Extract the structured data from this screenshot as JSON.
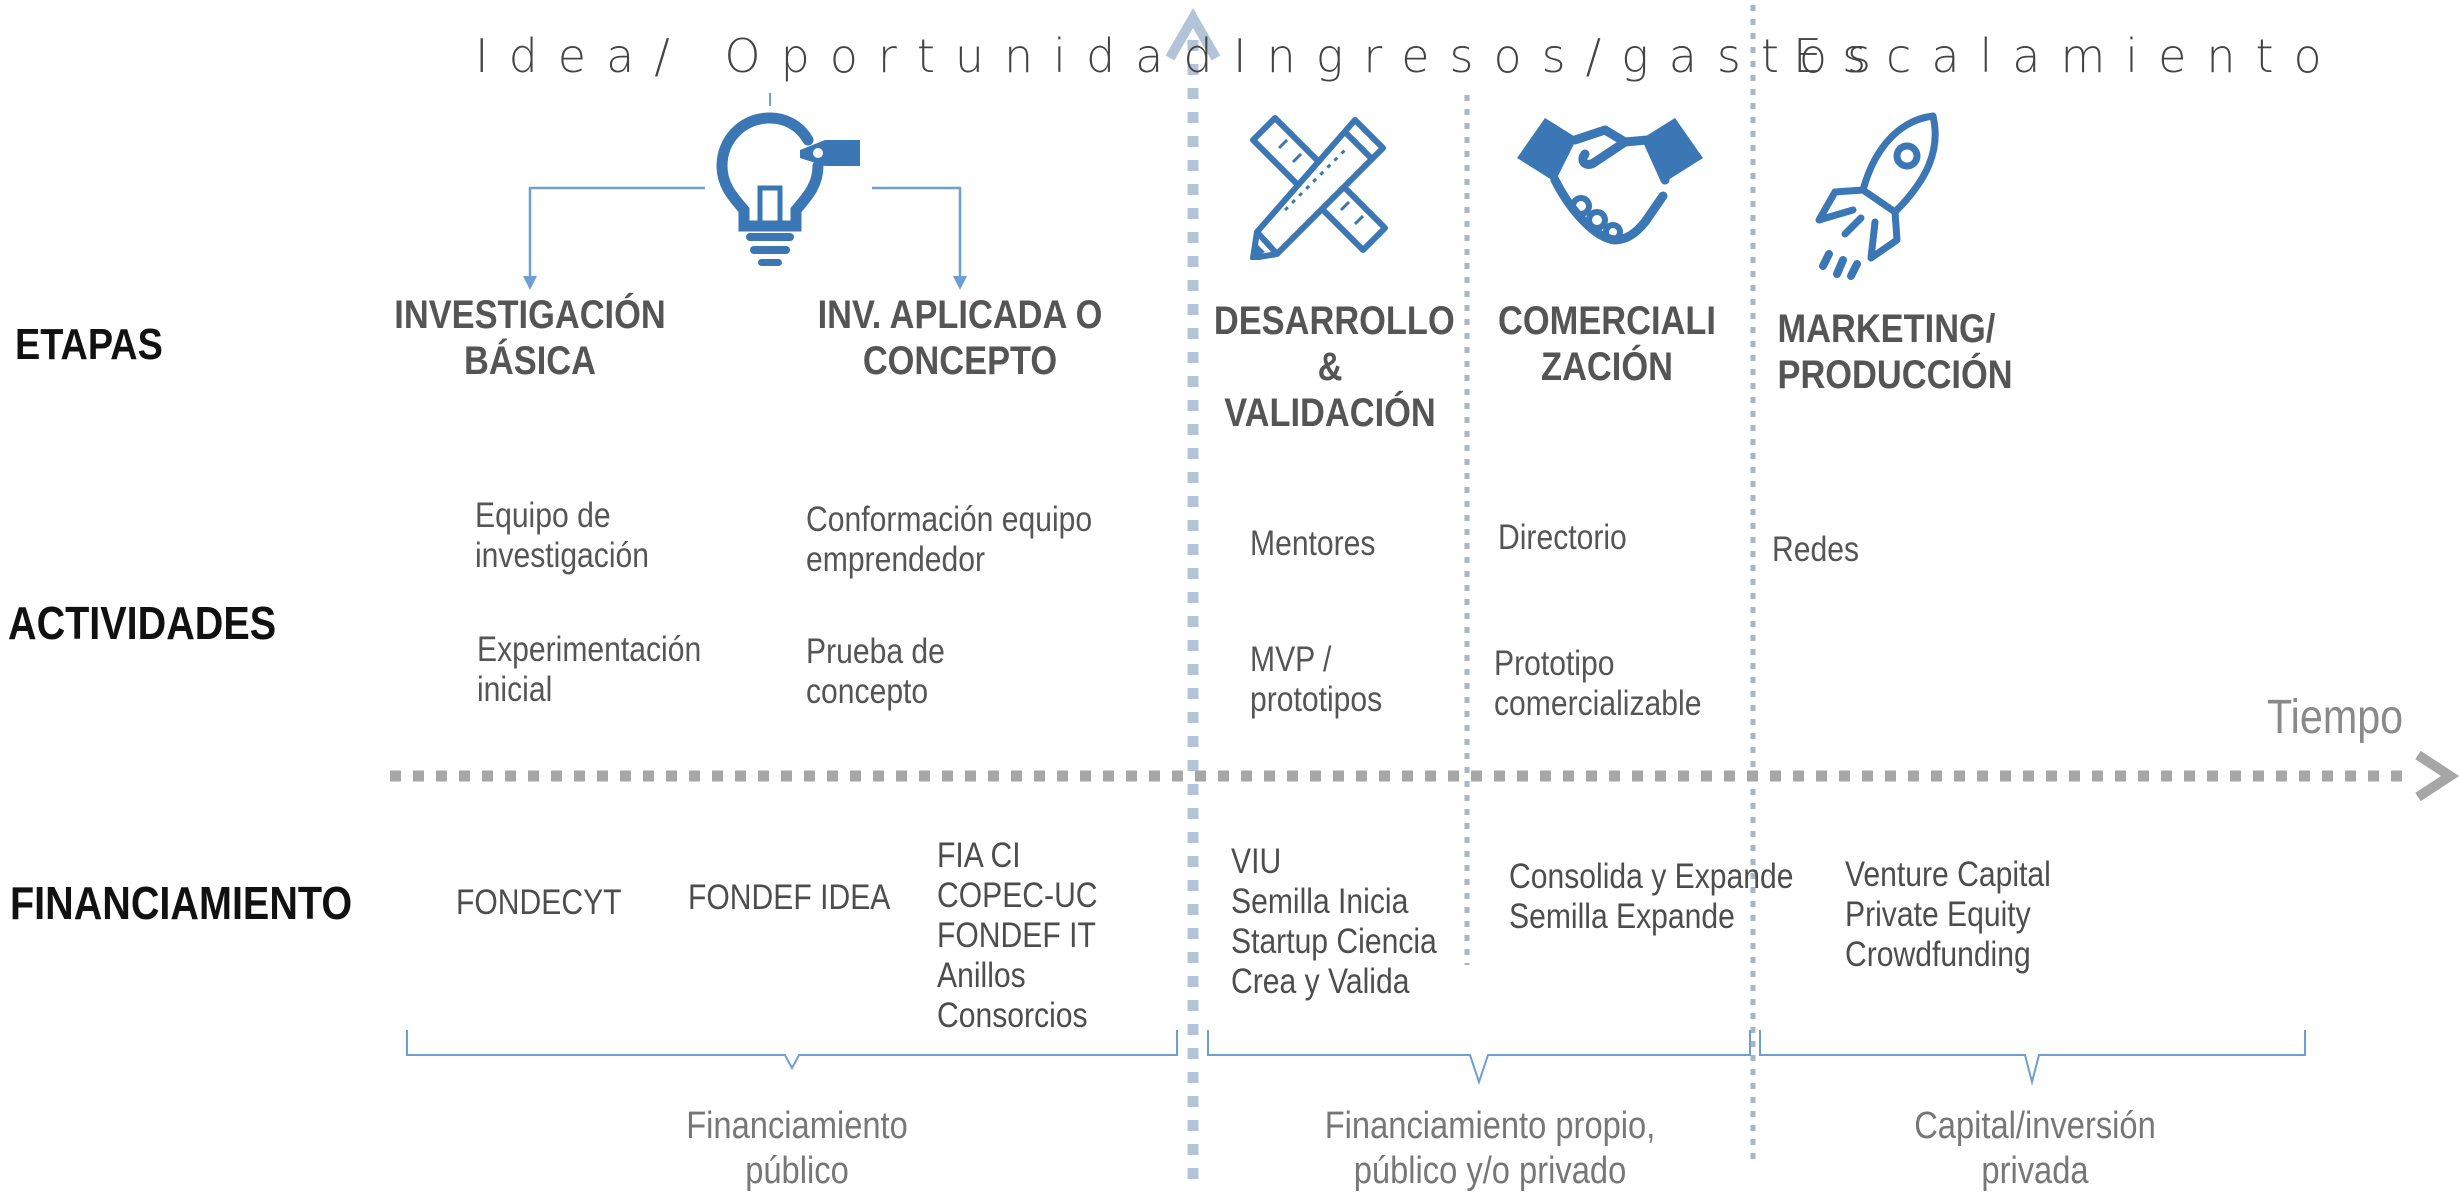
{
  "colors": {
    "accent": "#3a77b4",
    "light_blue": "#6e9fd3",
    "gray_line": "#a6a6a6",
    "dotted_blue": "#b4c4d8"
  },
  "phases": {
    "idea": "Idea/ Oportunidad",
    "ingresos": "Ingresos/gastos",
    "escalamiento": "Escalamiento"
  },
  "rows": {
    "etapas": "ETAPAS",
    "actividades": "ACTIVIDADES",
    "financiamiento": "FINANCIAMIENTO"
  },
  "icons": {
    "idea": "lightbulb-icon",
    "desarrollo": "pencil-ruler-icon",
    "comercializacion": "handshake-icon",
    "marketing": "rocket-icon"
  },
  "stages": {
    "investigacion": "INVESTIGACIÓN\nBÁSICA",
    "aplicada": "INV. APLICADA O\nCONCEPTO",
    "desarrollo": "DESARROLLO\n& VALIDACIÓN",
    "comercializacion": "COMERCIALI\nZACIÓN",
    "marketing": "MARKETING/\nPRODUCCIÓN"
  },
  "activities": {
    "equipo_investigacion": "Equipo de\ninvestigación",
    "experimentacion": "Experimentación\ninicial",
    "conformacion": "Conformación equipo\nemprendedor",
    "prueba": "Prueba de\nconcepto",
    "mentores": "Mentores",
    "mvp": "MVP /\nprototipos",
    "directorio": "Directorio",
    "prototipo": "Prototipo\ncomercializable",
    "redes": "Redes"
  },
  "time_label": "Tiempo",
  "funding": {
    "fondecyt": "FONDECYT",
    "fondef_idea": "FONDEF IDEA",
    "fia_group": "FIA CI\nCOPEC-UC\nFONDEF IT\nAnillos\nConsorcios",
    "viu_group": "VIU\nSemilla Inicia\nStartup Ciencia\nCrea y Valida",
    "consolida_group": "Consolida y Expande\nSemilla Expande",
    "vc_group": "Venture Capital\nPrivate Equity\nCrowdfunding"
  },
  "braces": {
    "publico": "Financiamiento\npúblico",
    "mixto": "Financiamiento propio,\npúblico y/o privado",
    "privado": "Capital/inversión\nprivada"
  }
}
